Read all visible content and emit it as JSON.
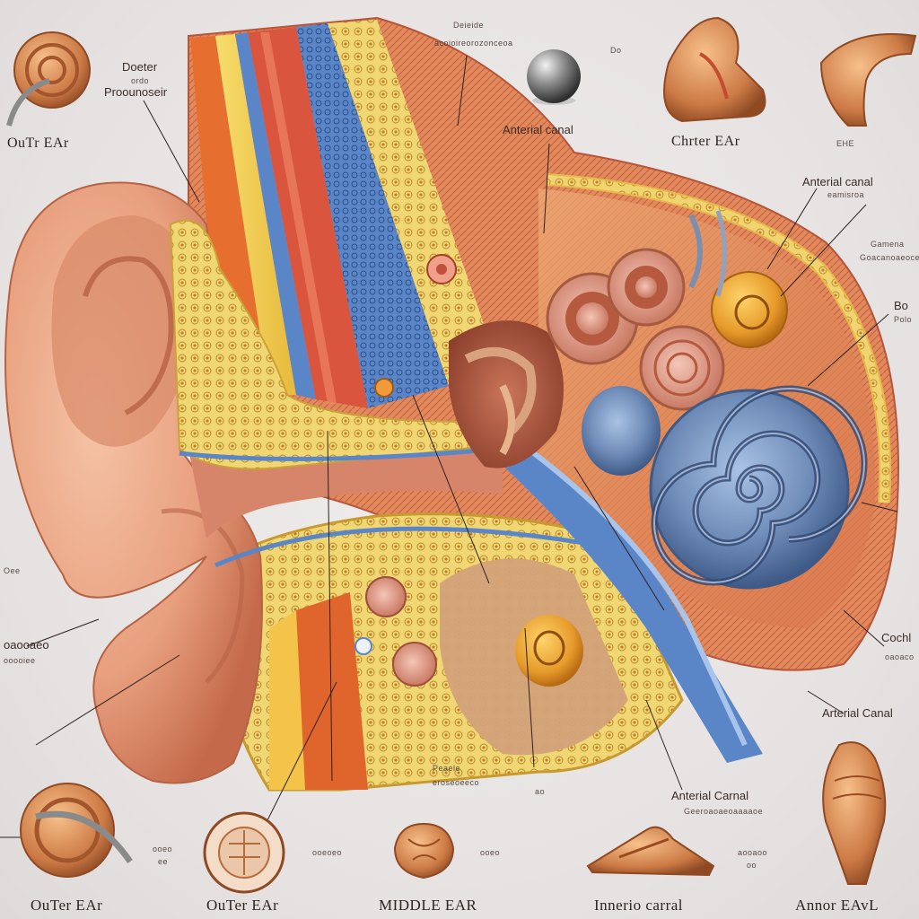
{
  "labels": {
    "outer_ear_top": "OuTr EAr",
    "side_note_top_a": "Doeter",
    "side_note_top_b": "ordo",
    "side_note_top_c": "Proounoseir",
    "middle_note_a": "Deieide",
    "middle_note_b": "acoioireorozonceoa",
    "anterior_canal_top": "Anterial canal",
    "outer_ear_top_mid": "Chrter EAr",
    "top_right_small": "Do",
    "top_right_caption": "EHE",
    "anterior_canal_right": "Anterial canal",
    "right_note_a": "eamisroa",
    "right_note_b": "Gamena",
    "right_note_c": "Goacanoaeoce",
    "right_bo": "Bo",
    "right_bo_sub": "Polo",
    "left_note_a": "Oee",
    "left_note_b": "oaooaeo",
    "left_note_c": "ooooiee",
    "coch_label": "Cochl",
    "coch_sub": "oaoaco",
    "arterial_canal": "Arterial Canal",
    "center_note_a": "Peaele",
    "center_note_b": "eroseoeeco",
    "center_note_c": "ao",
    "anterial_canal_bottom": "Anterial Carnal",
    "anterial_canal_bottom_sub": "Geeroaoaeoaaaaoe",
    "bottom_note_a": "ooeo",
    "bottom_note_b": "ee",
    "bottom_note_c": "ooeoeo",
    "bottom_note_d": "ooeo",
    "bottom_note_e": "aooaoo",
    "bottom_note_f": "oo",
    "bottom_outer_1": "OuTer EAr",
    "bottom_outer_2": "OuTer EAr",
    "bottom_middle": "MIDDLE EAR",
    "bottom_inner_canal": "Innerio carral",
    "bottom_anor": "Annor EAvL"
  },
  "colors": {
    "skin": "#e8a07e",
    "skin_dark": "#c46a4b",
    "yellow_tissue": "#eec64a",
    "red_tissue": "#d9553d",
    "blue_band": "#5a86c8",
    "cochlea_blue": "#6f8cb8",
    "orange_organ": "#e69a2a",
    "background": "#e9e6e6"
  }
}
